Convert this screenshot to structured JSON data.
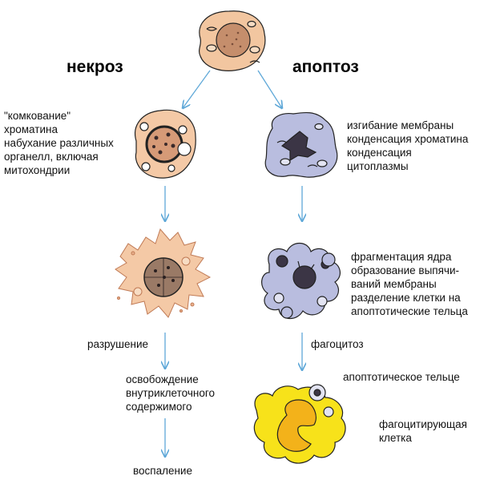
{
  "headings": {
    "necrosis": "некроз",
    "apoptosis": "апоптоз"
  },
  "necrosis_steps": {
    "swelling": "\"комкование\"\nхроматина\nнабухание различных\nорганелл, включая\nмитохондрии",
    "destruction": "разрушение",
    "release": "освобождение\nвнутриклеточного\nсодержимого",
    "inflammation": "воспаление"
  },
  "apoptosis_steps": {
    "condensation": "изгибание мембраны\nконденсация хроматина\nконденсация\nцитоплазмы",
    "fragmentation": "фрагментация ядра\nобразование выпячи-\nваний мембраны\nразделение клетки на\nапоптотические тельца",
    "phagocytosis": "фагоцитоз",
    "apoptotic_body": "апоптотическое тельце",
    "phagocyte": "фагоцитирующая\nклетка"
  },
  "colors": {
    "arrow": "#5fa8d8",
    "normal_cell": "#f2c6a0",
    "necrotic_cell": "#f4c9a6",
    "apoptotic_cell": "#b9bddf",
    "phagocyte": "#f7e21a",
    "nucleus": "#c58e6c",
    "dark_nucleus": "#3b3545"
  },
  "icons": {
    "normal_cell": "normal-cell-icon",
    "swollen_cell": "swollen-cell-icon",
    "lysed_cell": "lysed-cell-icon",
    "shrunken_cell": "shrunken-cell-icon",
    "blebbing_cell": "blebbing-cell-icon",
    "phagocyte": "phagocyte-icon"
  }
}
